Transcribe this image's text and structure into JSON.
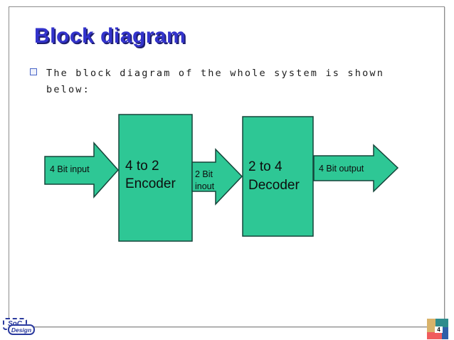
{
  "slide": {
    "title": "Block diagram",
    "bullet": {
      "line1": "The block diagram of the whole system is shown",
      "line2": "below:"
    }
  },
  "diagram": {
    "input_arrow_label": "4 Bit input",
    "encoder": {
      "line1": "4 to 2",
      "line2": "Encoder"
    },
    "bus_arrow": {
      "line1": "2 Bit",
      "line2": "inout"
    },
    "decoder": {
      "line1": "2 to 4",
      "line2": "Decoder"
    },
    "output_arrow_label": "4 Bit output"
  },
  "footer": {
    "logo": {
      "line1": "SoC",
      "line2": "Design"
    },
    "page_number": "4"
  },
  "colors": {
    "title": "#3333CC",
    "title_shadow": "#1E1E70",
    "text": "#1B1B1B",
    "bullet_square": "#4A66C8",
    "frame": "#8C8C8C",
    "shape_fill": "#2EC795",
    "shape_stroke": "#15453A",
    "logo_blue": "#2B3A9E",
    "badge_tan": "#D9B36A",
    "badge_teal": "#2E8C8C",
    "badge_red": "#F05C5C",
    "badge_blue": "#2D5FA8",
    "page_number_color": "#000000"
  }
}
